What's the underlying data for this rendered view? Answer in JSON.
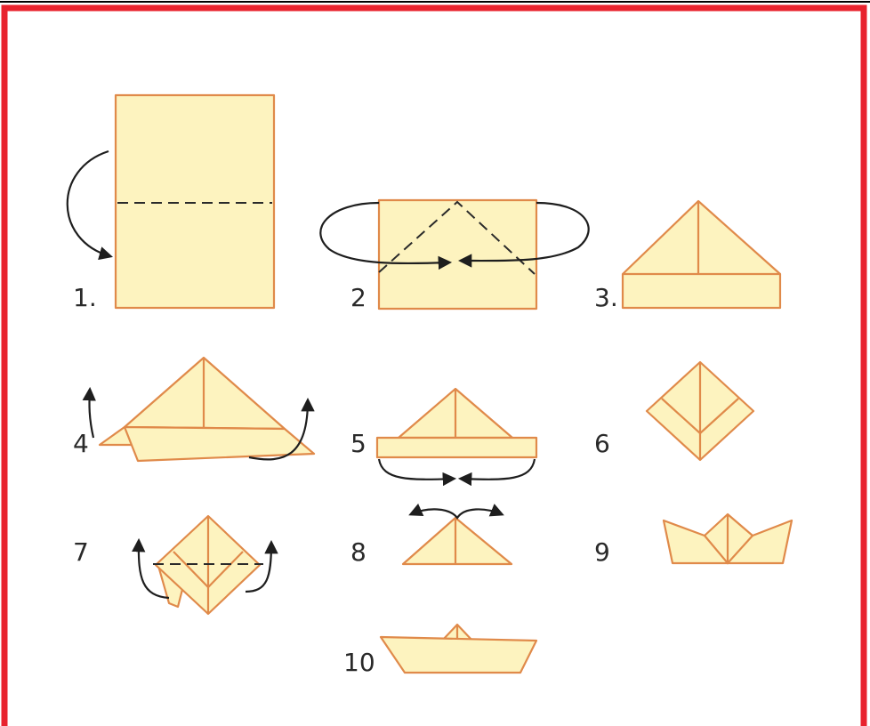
{
  "colors": {
    "border": "#e8232e",
    "paper_fill": "#fdf3bf",
    "paper_edge": "#e08a4a",
    "fold_line": "#2a2a2a"
  },
  "steps": [
    {
      "label": "1."
    },
    {
      "label": "2"
    },
    {
      "label": "3."
    },
    {
      "label": "4"
    },
    {
      "label": "5"
    },
    {
      "label": "6"
    },
    {
      "label": "7"
    },
    {
      "label": "8"
    },
    {
      "label": "9"
    },
    {
      "label": "10"
    }
  ]
}
